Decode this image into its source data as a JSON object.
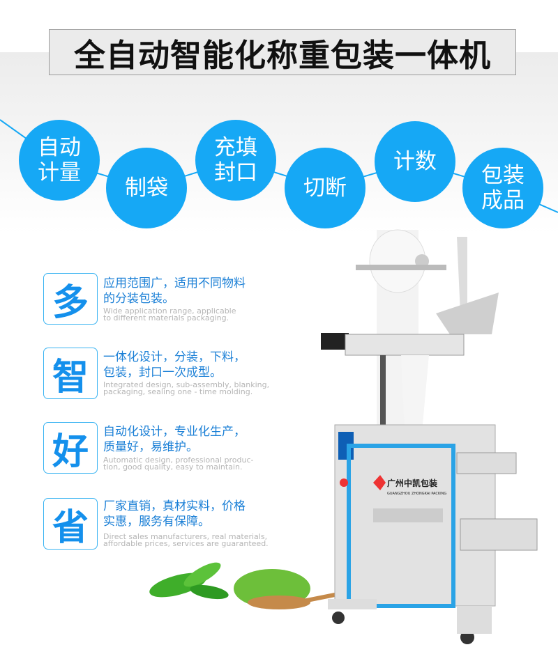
{
  "title": "全自动智能化称重包装一体机",
  "process_steps": [
    {
      "line1": "自动",
      "line2": "计量"
    },
    {
      "line1": "制袋",
      "line2": ""
    },
    {
      "line1": "充填",
      "line2": "封口"
    },
    {
      "line1": "切断",
      "line2": ""
    },
    {
      "line1": "计数",
      "line2": ""
    },
    {
      "line1": "包装",
      "line2": "成品"
    }
  ],
  "features": [
    {
      "badge": "多",
      "cn1": "应用范围广，适用不同物料",
      "cn2": "的分装包装。",
      "en1": "Wide application range, applicable",
      "en2": "to different materials packaging."
    },
    {
      "badge": "智",
      "cn1": "一体化设计，分装，下料，",
      "cn2": "包装，封口一次成型。",
      "en1": "Integrated design, sub-assembly, blanking,",
      "en2": "packaging, sealing one - time molding."
    },
    {
      "badge": "好",
      "cn1": "自动化设计，专业化生产，",
      "cn2": "质量好，易维护。",
      "en1": "Automatic design, professional produc-",
      "en2": "tion, good quality, easy to maintain."
    },
    {
      "badge": "省",
      "cn1": "厂家直销，真材实料，价格",
      "cn2": "实惠，服务有保障。",
      "en1": "Direct sales manufacturers, real materials,",
      "en2": "affordable prices, services are guaranteed."
    }
  ],
  "machine_logo": {
    "cn": "广州中凯包装",
    "en": "GUANGZHOU ZHONGKAI PACKING"
  },
  "colors": {
    "accent": "#16a8f5",
    "badge_text": "#1490ec"
  }
}
